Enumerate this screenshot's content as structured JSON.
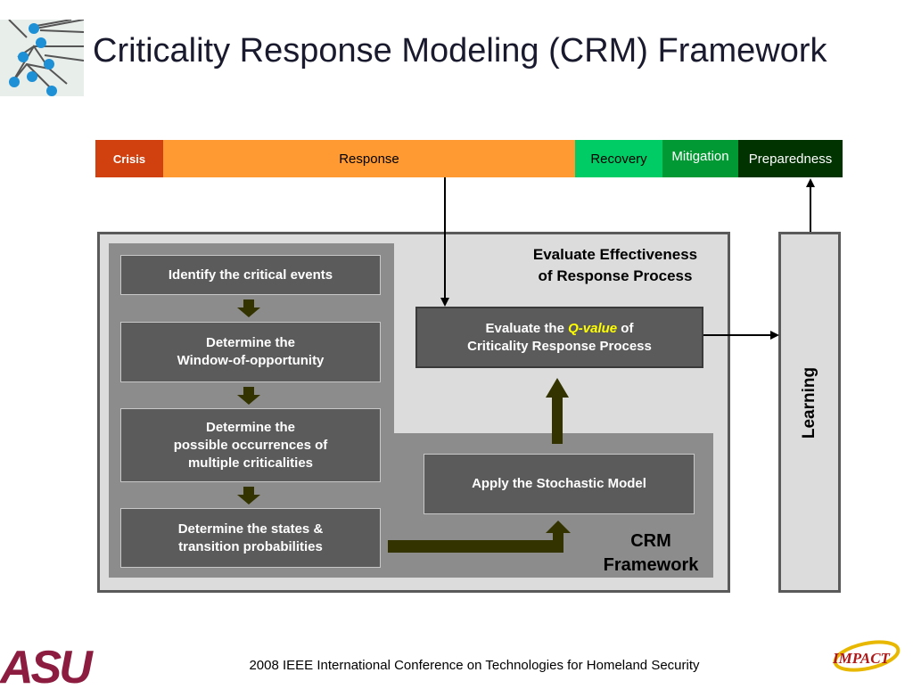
{
  "title": "Criticality Response Modeling (CRM) Framework",
  "phases": {
    "crisis": "Crisis",
    "response": "Response",
    "recovery": "Recovery",
    "mitigation": "Mitigation",
    "preparedness": "Preparedness"
  },
  "steps": {
    "step1": "Identify the critical events",
    "step2_line1": "Determine the",
    "step2_line2": "Window-of-opportunity",
    "step3_line1": "Determine the",
    "step3_line2": "possible occurrences of",
    "step3_line3": "multiple criticalities",
    "step4_line1": "Determine the states &",
    "step4_line2": "transition probabilities"
  },
  "evaluate": {
    "heading_line1": "Evaluate Effectiveness",
    "heading_line2": "of Response Process",
    "box_prefix": "Evaluate the ",
    "box_qvalue": "Q-value",
    "box_suffix": " of",
    "box_line2": "Criticality Response Process"
  },
  "stochastic": "Apply the Stochastic Model",
  "crm": {
    "line1": "CRM",
    "line2": "Framework"
  },
  "learning": "Learning",
  "footer": "2008 IEEE International Conference on Technologies for Homeland Security",
  "logos": {
    "left": "ASU",
    "right": "IMPACT"
  },
  "colors": {
    "crisis": "#d1400f",
    "response": "#ff9a33",
    "recovery": "#00cc66",
    "mitigation": "#009933",
    "preparedness": "#003300",
    "step_box": "#5b5b5b",
    "arrow": "#333300",
    "qvalue": "#ffff00",
    "asu": "#8c1d40"
  }
}
